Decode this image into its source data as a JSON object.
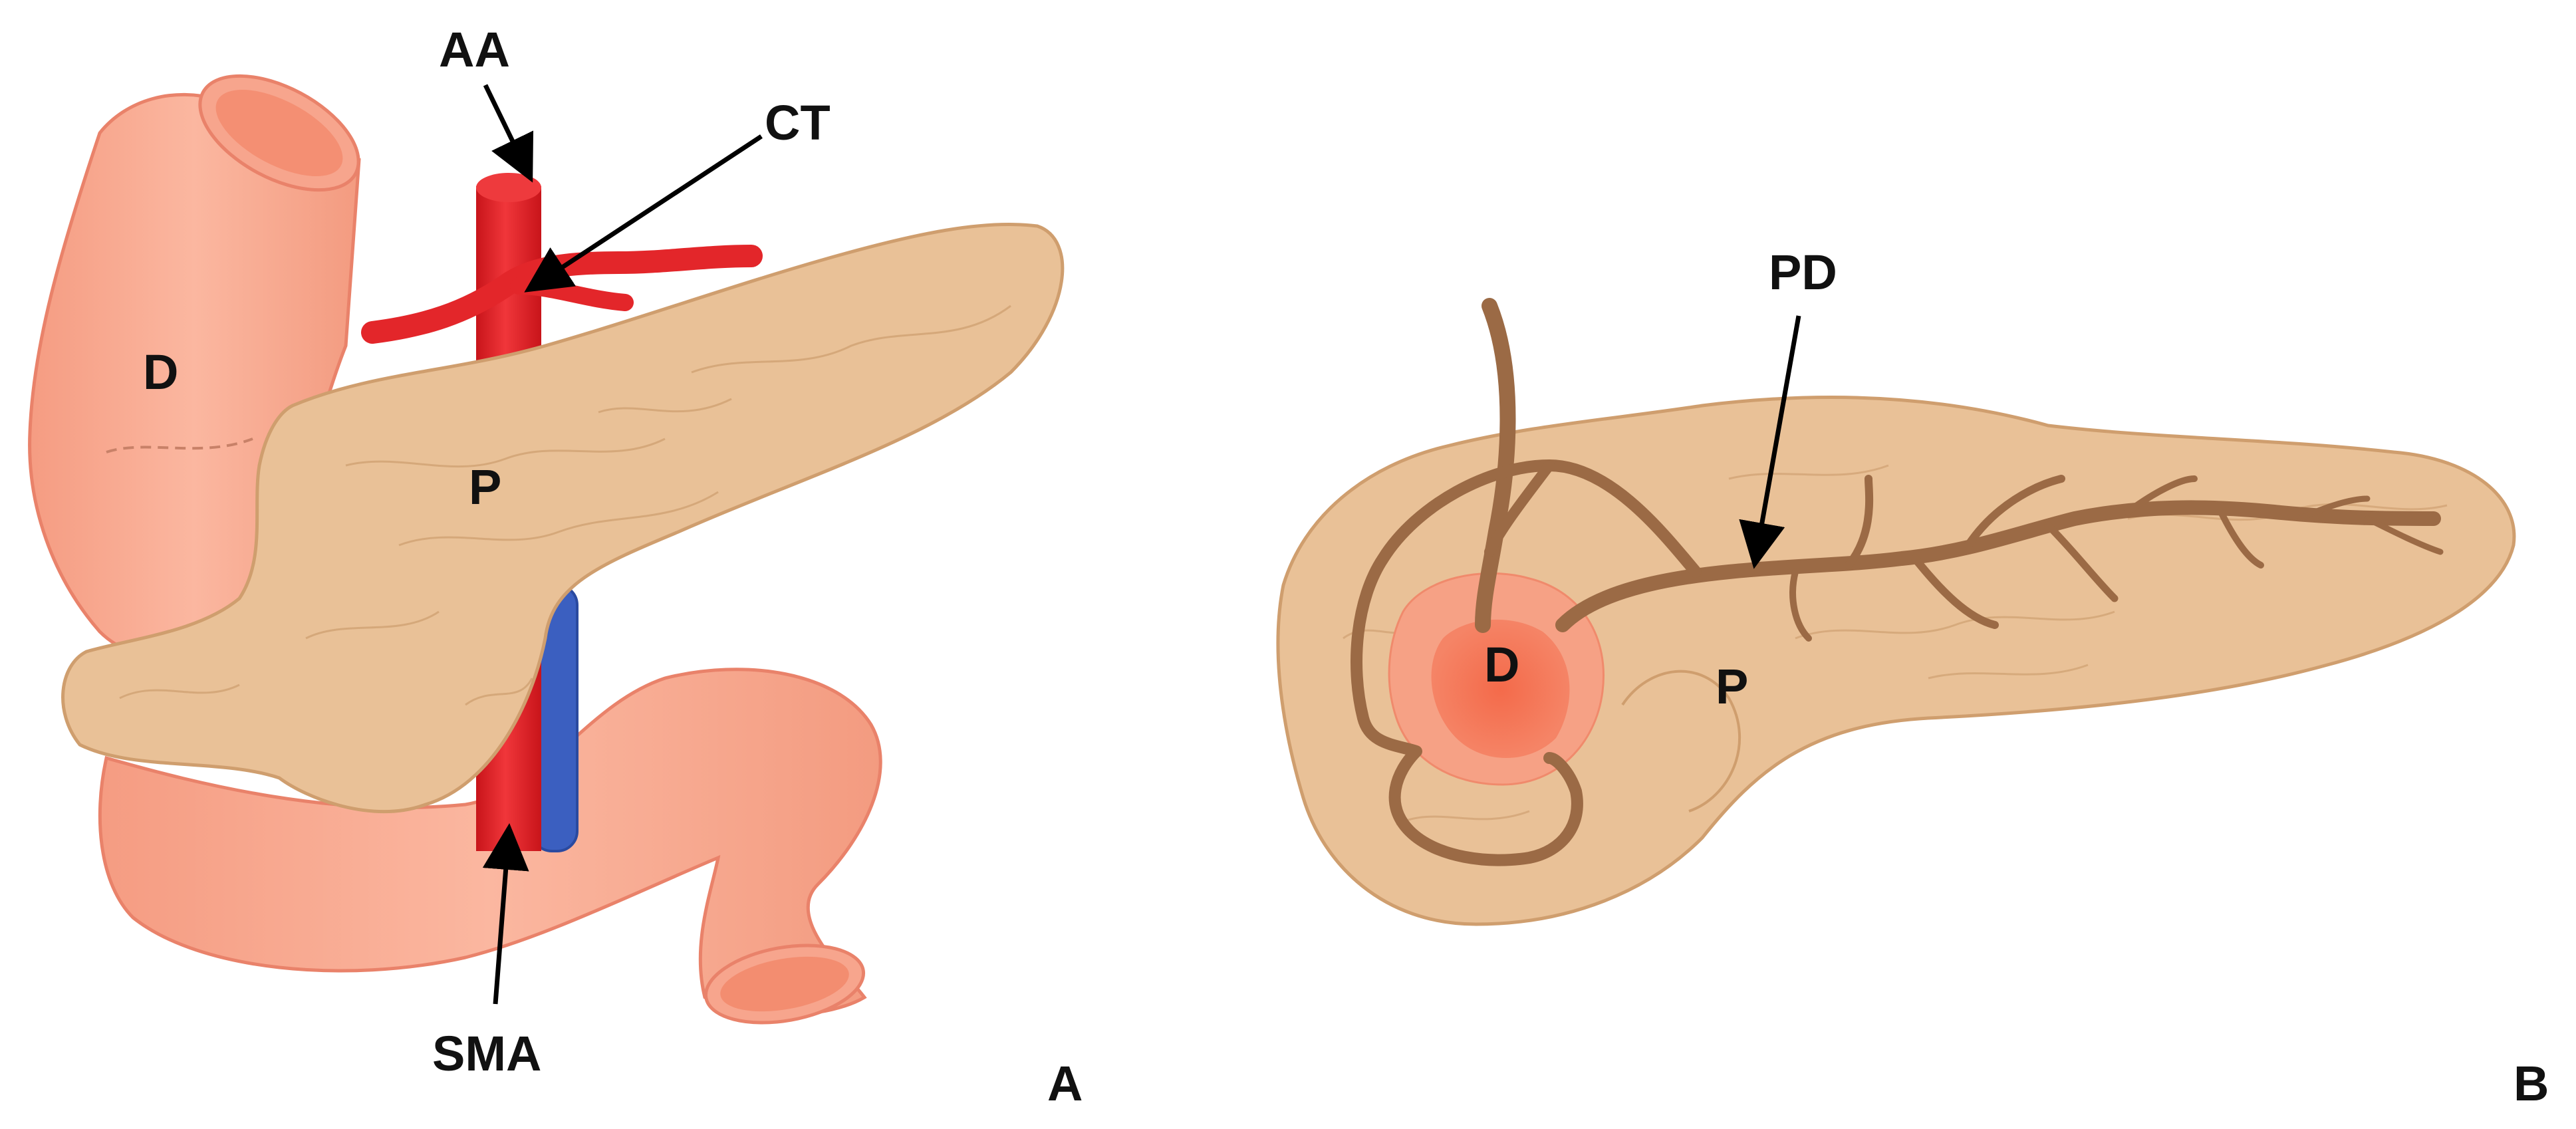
{
  "panel_a": {
    "label": "A",
    "labels": {
      "aa": "AA",
      "ct": "CT",
      "d": "D",
      "p": "P",
      "sma": "SMA"
    }
  },
  "panel_b": {
    "label": "B",
    "labels": {
      "pd": "PD",
      "d": "D",
      "p": "P"
    }
  },
  "colors": {
    "duodenum": "#f7a58d",
    "duodenum_edge": "#e9826a",
    "pancreas": "#e9c197",
    "pancreas_edge": "#cf9e6e",
    "artery": "#e3262a",
    "vein": "#3b5fc0",
    "duct": "#9b6a45",
    "tumor": "#f26f50",
    "tumor_halo": "#f6a185"
  }
}
